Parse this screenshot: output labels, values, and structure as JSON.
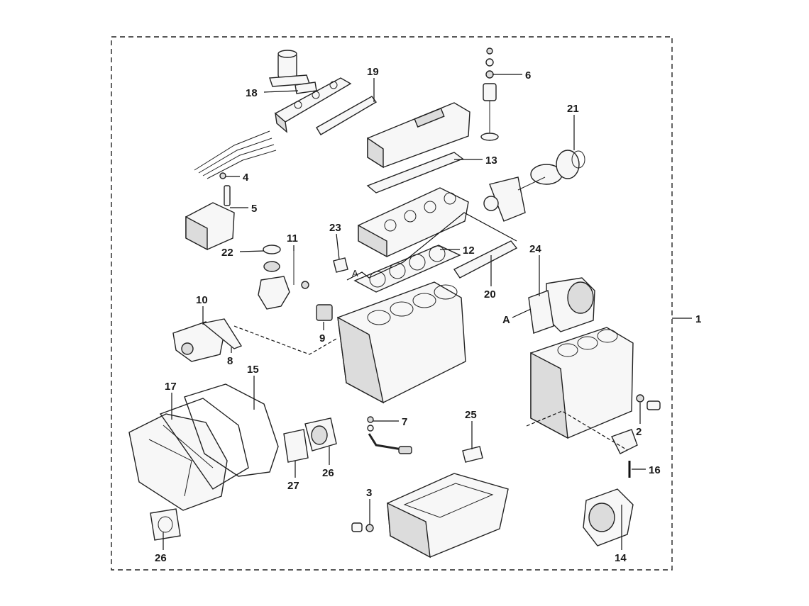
{
  "callouts": {
    "c1": "1",
    "c2": "2",
    "c3": "3",
    "c4": "4",
    "c5": "5",
    "c6": "6",
    "c7": "7",
    "c8": "8",
    "c9": "9",
    "c10": "10",
    "c11": "11",
    "c12": "12",
    "c13": "13",
    "c14": "14",
    "c15": "15",
    "c16": "16",
    "c17": "17",
    "c18": "18",
    "c19": "19",
    "c20": "20",
    "c21": "21",
    "c22": "22",
    "c23": "23",
    "c24": "24",
    "c25": "25",
    "c26a": "26",
    "c26b": "26",
    "c27": "27",
    "refA1": "A",
    "refA2": "A"
  }
}
